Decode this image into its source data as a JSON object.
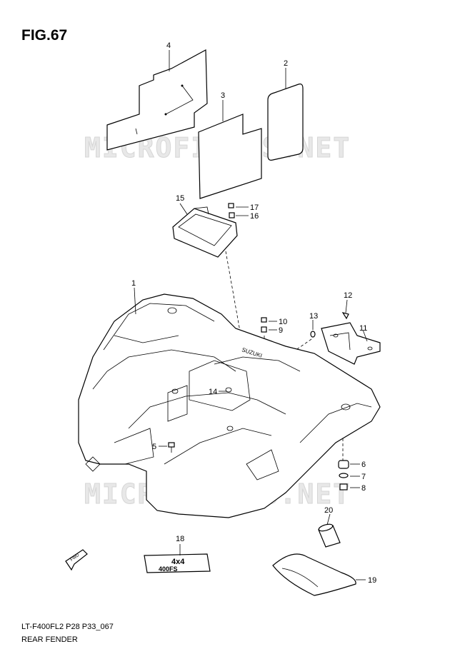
{
  "figure": {
    "title": "FIG.67",
    "code": "LT-F400FL2 P28 P33_067",
    "name": "REAR FENDER"
  },
  "watermark": "MICROFICHES.NET",
  "callouts": {
    "c1": "1",
    "c2": "2",
    "c3": "3",
    "c4": "4",
    "c5": "5",
    "c6": "6",
    "c7": "7",
    "c8": "8",
    "c9": "9",
    "c10": "10",
    "c11": "11",
    "c12": "12",
    "c13": "13",
    "c14": "14",
    "c15": "15",
    "c16": "16",
    "c17": "17",
    "c18": "18",
    "c19": "19",
    "c20": "20"
  },
  "labels": {
    "fwd": "FWD",
    "emblem_top": "4x4",
    "emblem_bottom": "400FS",
    "fender_logo": "SUZUKI"
  }
}
